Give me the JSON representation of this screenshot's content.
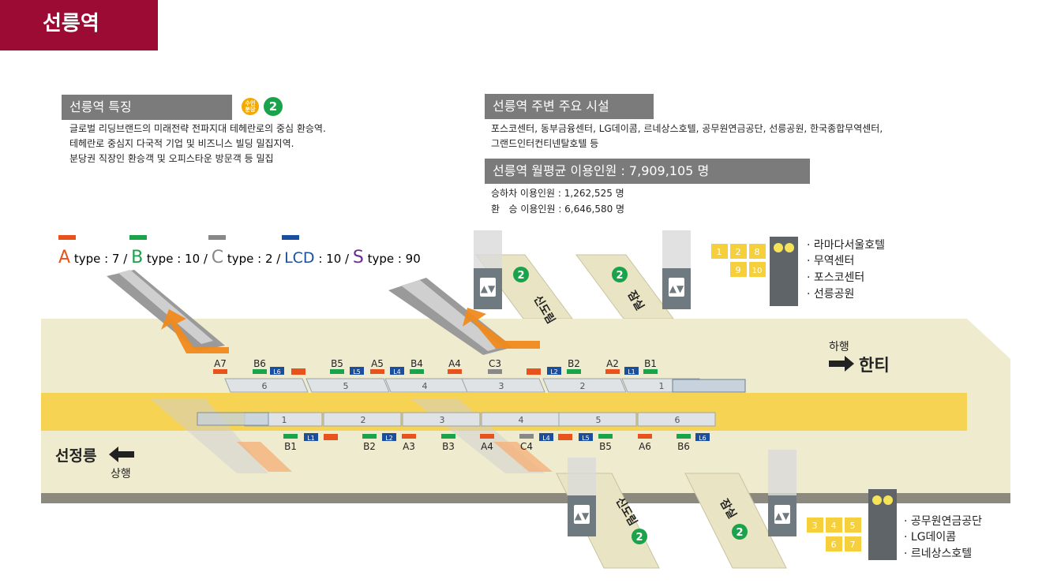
{
  "station_name": "선릉역",
  "features": {
    "heading": "선릉역 특징",
    "suin_badge": "수인\n분당",
    "line2_badge": "2",
    "lines": [
      "글로벌 리딩브랜드의 미래전략 전파지대 테헤란로의 중심 환승역.",
      "테헤란로 중심지 다국적 기업 및 비즈니스 빌딩 밀집지역.",
      "분당권 직장인 환승객 및 오피스타운 방문객 등 밀집"
    ]
  },
  "facilities": {
    "heading": "선릉역 주변 주요 시설",
    "lines": [
      "포스코센터, 동부금융센터, LG데이콤, 르네상스호텔, 공무원연금공단, 선릉공원, 한국종합무역센터,",
      "그랜드인터컨티넨탈호텔 등"
    ]
  },
  "ridership": {
    "heading": "선릉역 월평균 이용인원 : 7,909,105 명",
    "lines": [
      "승하차 이용인원 : 1,262,525 명",
      "환   승 이용인원 : 6,646,580 명"
    ]
  },
  "legend": {
    "colors": {
      "A": "#e8531d",
      "B": "#1aa34a",
      "C": "#888888",
      "LCD": "#1a4fa0",
      "S": "#6b2c91"
    },
    "items": [
      {
        "letter": "A",
        "text": " type : 7 / "
      },
      {
        "letter": "B",
        "text": " type : 10 / "
      },
      {
        "letter": "C",
        "text": " type : 2 / "
      },
      {
        "letter": "LCD",
        "text": " : 10 / "
      },
      {
        "letter": "S",
        "text": " type : 90"
      }
    ]
  },
  "directions": {
    "down_label": "하행",
    "down_dest": "한티",
    "up_label": "상행",
    "up_dest": "선정릉"
  },
  "exits": {
    "top_left": "신도림",
    "top_right": "잠실",
    "bottom_left": "신도림",
    "bottom_right": "잠실",
    "line_badge": "2"
  },
  "upper_platform": {
    "ads": [
      "A7",
      "B6",
      "B5",
      "A5",
      "B4",
      "A4",
      "C3",
      "B2",
      "A2",
      "B1"
    ],
    "lcd": [
      "L6",
      "L5",
      "L4",
      "L2",
      "L1"
    ],
    "cars": [
      "6",
      "5",
      "4",
      "3",
      "2",
      "1"
    ]
  },
  "lower_platform": {
    "ads": [
      "B1",
      "B2",
      "A3",
      "B3",
      "A4",
      "C4",
      "B5",
      "A6",
      "B6"
    ],
    "lcd": [
      "L1",
      "L2",
      "L4",
      "L5",
      "L6"
    ],
    "cars": [
      "1",
      "2",
      "3",
      "4",
      "5",
      "6"
    ]
  },
  "top_exit_group": {
    "numbers": [
      "1",
      "2",
      "8",
      "9",
      "10"
    ],
    "places": [
      "· 라마다서울호텔",
      "· 무역센터",
      "· 포스코센터",
      "· 선릉공원"
    ]
  },
  "bottom_exit_group": {
    "numbers": [
      "3",
      "4",
      "5",
      "6",
      "7"
    ],
    "places": [
      "· 공무원연금공단",
      "· LG데이콤",
      "· 르네상스호텔"
    ]
  }
}
